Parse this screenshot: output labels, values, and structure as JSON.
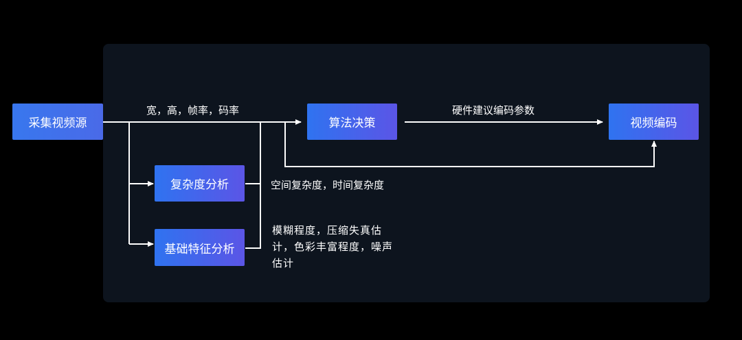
{
  "nodes": {
    "source": "采集视频源",
    "decision": "算法决策",
    "encode": "视频编码",
    "complexity": "复杂度分析",
    "features": "基础特征分析"
  },
  "labels": {
    "basic_params": "宽，高，帧率，码率",
    "hw_params": "硬件建议编码参数",
    "complexity_out": "空间复杂度，时间复杂度",
    "features_out": "模糊程度，压缩失真估计，色彩丰富程度，噪声估计"
  },
  "colors": {
    "background": "#000000",
    "panel": "#0d141e",
    "node_start": "#2f73f0",
    "node_end": "#5b55e6",
    "line": "#ffffff"
  }
}
